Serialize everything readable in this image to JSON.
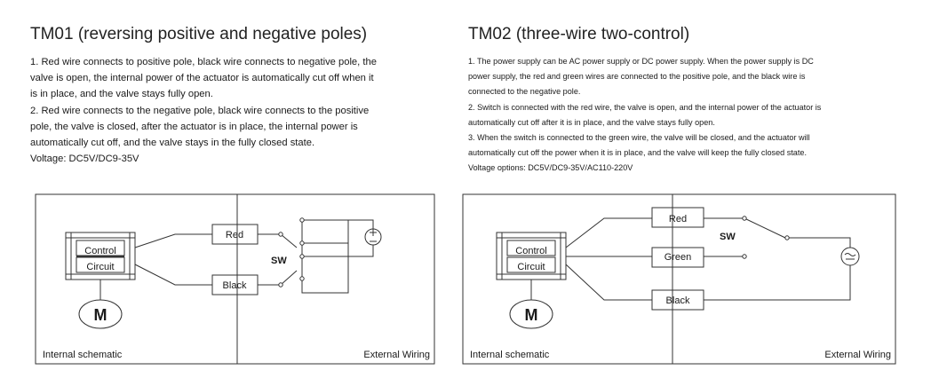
{
  "tm01": {
    "title": "TM01 (reversing positive and negative poles)",
    "paragraphs": [
      "1.  Red wire connects to positive pole, black wire connects to negative pole, the",
      "valve is open, the internal power of the actuator is automatically cut off when it",
      "is in place, and the valve stays fully open.",
      "2.  Red wire connects to the negative pole, black wire connects to the positive",
      "pole, the valve is closed, after the actuator is in place, the internal power is",
      "automatically cut off, and the valve stays in the fully closed state.",
      "Voltage: DC5V/DC9-35V"
    ],
    "diagram": {
      "control_label": "Control",
      "circuit_label": "Circuit",
      "motor_label": "M",
      "wire_red": "Red",
      "wire_black": "Black",
      "switch_label": "SW",
      "power_symbol": "DC source (+/-)",
      "internal_label": "Internal schematic",
      "external_label": "External Wiring"
    }
  },
  "tm02": {
    "title": "TM02 (three-wire two-control)",
    "paragraphs": [
      "1. The power supply can be AC power supply or DC power supply. When the power supply is DC",
      "power supply, the red and green wires are connected to the positive pole, and the black wire is",
      "connected to the negative pole.",
      "2. Switch is connected with the red wire, the valve is open, and the internal power of the actuator is",
      "automatically cut off after it is in place, and the valve stays fully open.",
      "3. When the switch is connected to the green wire, the valve will be closed, and the actuator will",
      "automatically cut off the power when it is in place, and the valve will keep the fully closed state.",
      "Voltage options: DC5V/DC9-35V/AC110-220V"
    ],
    "diagram": {
      "control_label": "Control",
      "circuit_label": "Circuit",
      "motor_label": "M",
      "wire_red": "Red",
      "wire_green": "Green",
      "wire_black": "Black",
      "switch_label": "SW",
      "power_symbol": "AC/DC source (~)",
      "internal_label": "Internal schematic",
      "external_label": "External Wiring"
    }
  },
  "colors": {
    "line": "#333333",
    "text": "#1a1a1a",
    "background": "#ffffff"
  }
}
